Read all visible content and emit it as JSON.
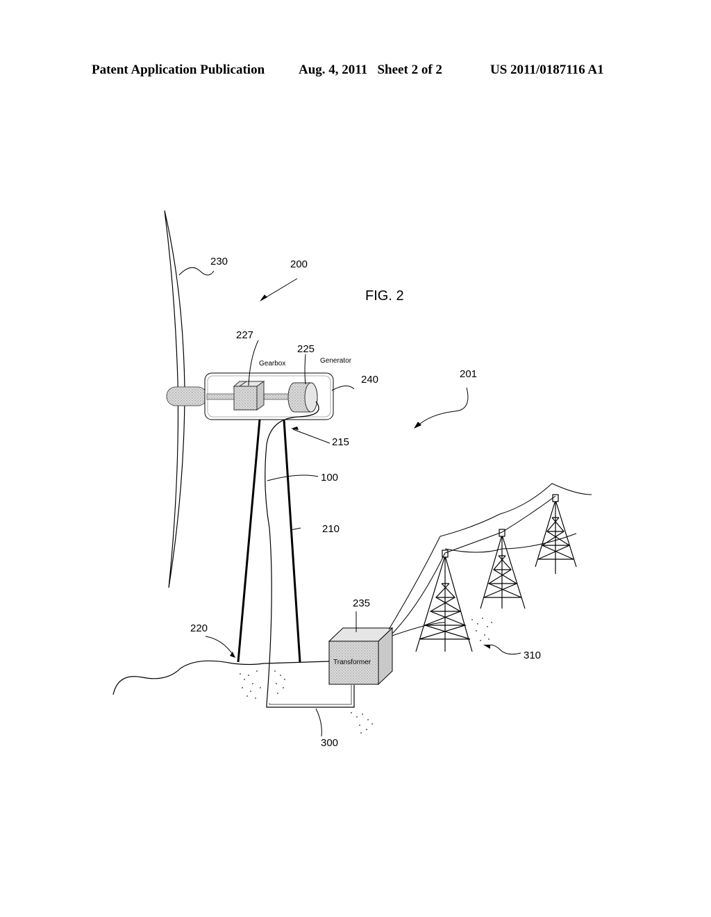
{
  "header": {
    "left": "Patent Application Publication",
    "middle": "Aug. 4, 2011   Sheet 2 of 2",
    "right": "US 2011/0187116 A1"
  },
  "figure": {
    "title": "FIG. 2",
    "component_labels": {
      "gearbox": "Gearbox",
      "generator": "Generator",
      "transformer": "Transformer"
    },
    "reference_numerals": {
      "blade": "230",
      "turbine": "200",
      "gearbox_ref": "227",
      "generator_ref": "225",
      "nacelle": "240",
      "system": "201",
      "yaw": "215",
      "cable": "100",
      "tower": "210",
      "ground": "220",
      "transformer_ref": "235",
      "grid": "310",
      "underground_cable": "300"
    }
  }
}
